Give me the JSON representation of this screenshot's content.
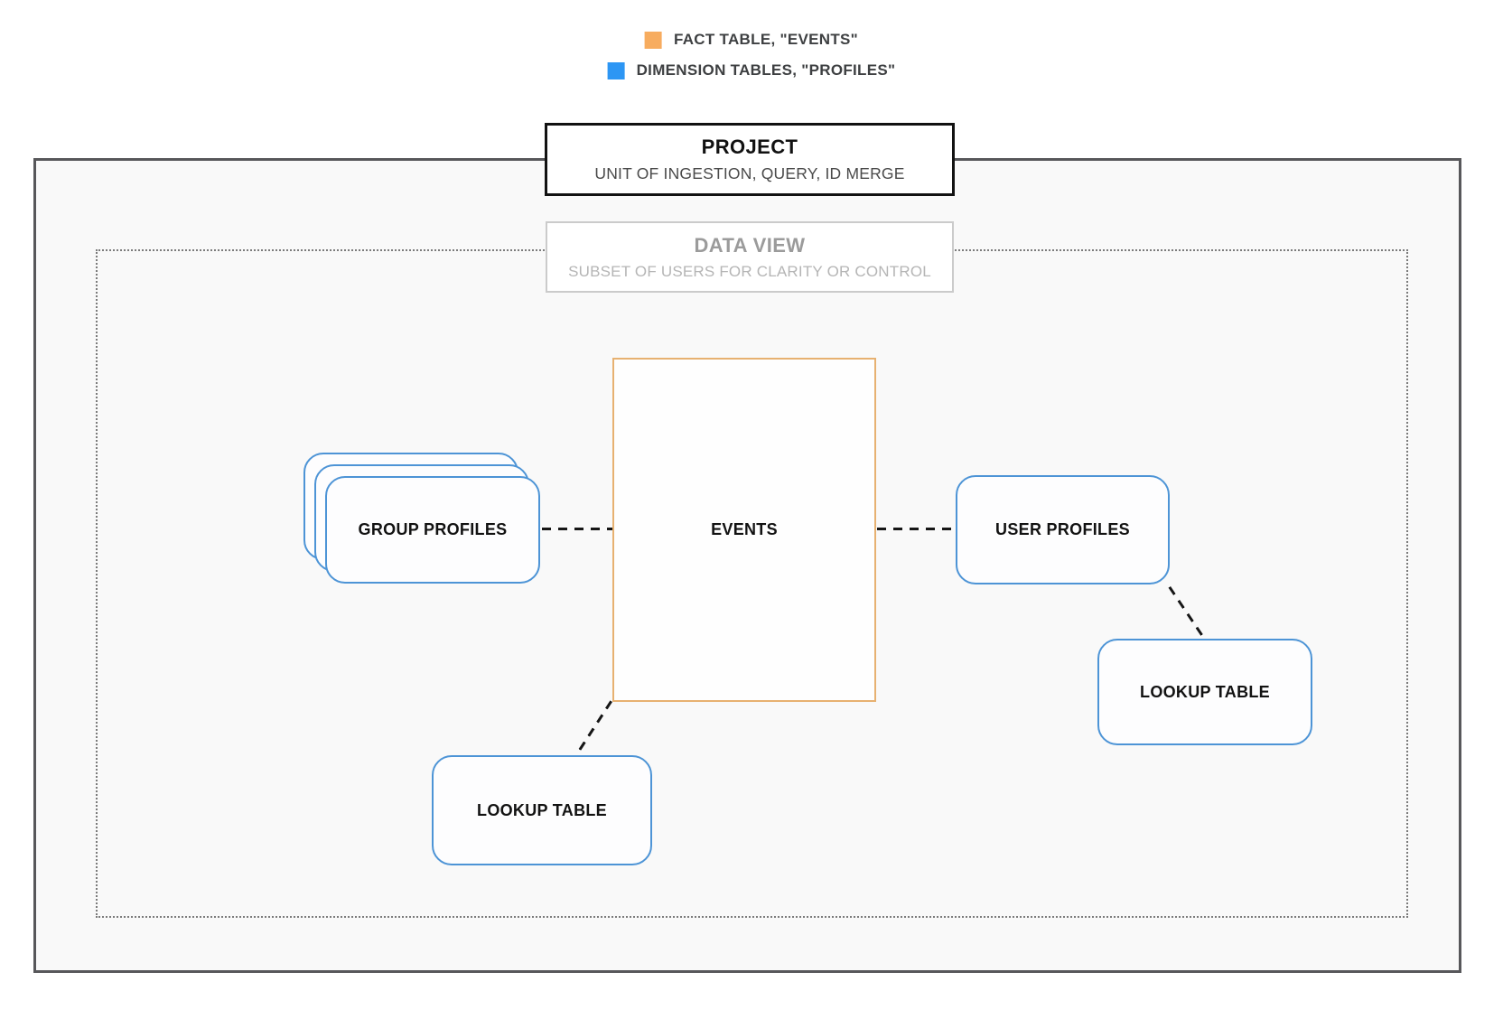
{
  "legend": {
    "items": [
      {
        "id": "fact",
        "label": "FACT TABLE, \"EVENTS\"",
        "color": "#F7AC5F"
      },
      {
        "id": "dimension",
        "label": "DIMENSION TABLES, \"PROFILES\"",
        "color": "#2D96F4"
      }
    ]
  },
  "project": {
    "title": "PROJECT",
    "subtitle": "UNIT OF INGESTION, QUERY, ID MERGE"
  },
  "data_view": {
    "title": "DATA VIEW",
    "subtitle": "SUBSET OF USERS FOR CLARITY OR CONTROL"
  },
  "nodes": {
    "events": {
      "label": "EVENTS",
      "type": "fact"
    },
    "group_profiles": {
      "label": "GROUP PROFILES",
      "type": "dimension",
      "stacked": true
    },
    "user_profiles": {
      "label": "USER PROFILES",
      "type": "dimension"
    },
    "lookup_table_right": {
      "label": "LOOKUP TABLE",
      "type": "dimension"
    },
    "lookup_table_bottom": {
      "label": "LOOKUP TABLE",
      "type": "dimension"
    }
  },
  "connections": [
    {
      "from": "group_profiles",
      "to": "events",
      "style": "dashed"
    },
    {
      "from": "events",
      "to": "user_profiles",
      "style": "dashed"
    },
    {
      "from": "events",
      "to": "lookup_table_bottom",
      "style": "dashed"
    },
    {
      "from": "user_profiles",
      "to": "lookup_table_right",
      "style": "dashed"
    }
  ],
  "colors": {
    "fact_accent": "#F7AC5F",
    "fact_border": "#E7B171",
    "dimension_accent": "#2D96F4",
    "dimension_border": "#4D94D6",
    "project_border": "#57575A",
    "project_fill": "#F9F9F9",
    "dataview_border": "#7B7B7B",
    "connector": "#161616"
  }
}
